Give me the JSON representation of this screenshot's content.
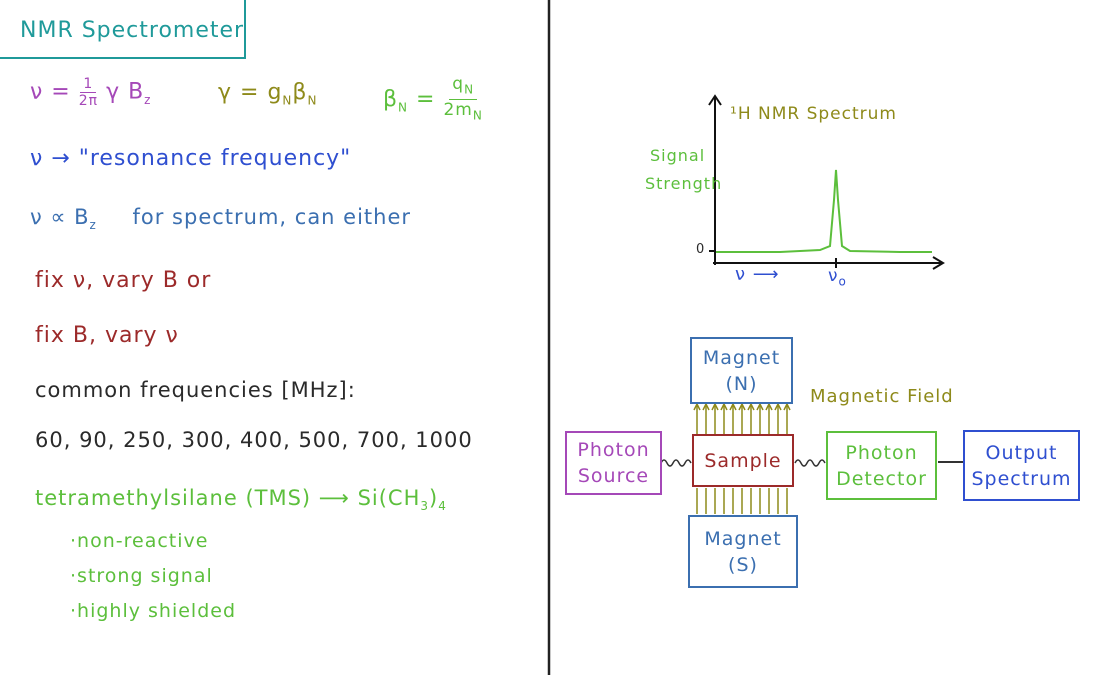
{
  "title": "NMR Spectrometer",
  "equations": {
    "nu_lhs": "ν =",
    "nu_frac_num": "1",
    "nu_frac_den": "2π",
    "nu_rhs": "γ B",
    "nu_rhs_sub": "z",
    "gamma_lhs": "γ = g",
    "gamma_sub1": "N",
    "gamma_beta": "β",
    "gamma_sub2": "N",
    "beta_lhs": "β",
    "beta_sub": "N",
    "beta_eq": "=",
    "beta_num": "q",
    "beta_num_sub": "N",
    "beta_den": "2m",
    "beta_den_sub": "N"
  },
  "notes": {
    "resonance": "ν → \"resonance  frequency\"",
    "proportional": "ν ∝ B",
    "proportional_sub": "z",
    "proportional_rest": "for spectrum, can either",
    "fix_nu": "fix  ν,  vary  B  or",
    "fix_b": "fix  B,  vary  ν",
    "common_label": "common  frequencies  [MHz]:",
    "frequencies": "60, 90, 250, 300, 400, 500, 700, 1000",
    "tms": "tetramethylsilane  (TMS) ⟶  Si(CH",
    "tms_sub3": "3",
    "tms_close": ")",
    "tms_sub4": "4",
    "bullets": [
      "·non-reactive",
      "·strong signal",
      "·highly shielded"
    ]
  },
  "spectrum": {
    "title": "¹H  NMR  Spectrum",
    "ylabel_line1": "Signal",
    "ylabel_line2": "Strength",
    "y_zero": "0",
    "xlabel": "ν ⟶",
    "peak_label": "ν",
    "peak_label_sub": "o"
  },
  "chart_data": {
    "type": "line",
    "title": "¹H  NMR  Spectrum",
    "xlabel": "ν ⟶",
    "ylabel": "Signal Strength",
    "annotations": [
      "νo"
    ],
    "grid": false
  },
  "apparatus": {
    "magnet_n_line1": "Magnet",
    "magnet_n_line2": "(N)",
    "magnet_s_line1": "Magnet",
    "magnet_s_line2": "(S)",
    "field_label": "Magnetic Field",
    "photon_source_line1": "Photon",
    "photon_source_line2": "Source",
    "sample": "Sample",
    "detector_line1": "Photon",
    "detector_line2": "Detector",
    "output_line1": "Output",
    "output_line2": "Spectrum"
  },
  "colors": {
    "teal": "#1f9a9a",
    "purple": "#a548b8",
    "green": "#5cbf3c",
    "blue": "#2f4fd0",
    "steel": "#3b6fb0",
    "red": "#9c2a2a",
    "olive": "#8e8a1a"
  }
}
